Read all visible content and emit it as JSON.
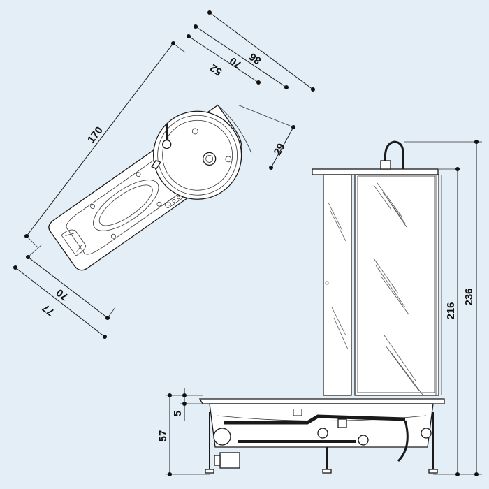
{
  "diagram": {
    "top_view": {
      "dimensions": {
        "length": "170",
        "width_outer": "77",
        "width_inner": "70",
        "depth_a": "52",
        "depth_b": "70",
        "depth_c": "86",
        "radius_offset": "29"
      }
    },
    "side_view": {
      "dimensions": {
        "total_height": "236",
        "cabin_height": "216",
        "tub_height": "57",
        "rim": "5"
      }
    }
  }
}
